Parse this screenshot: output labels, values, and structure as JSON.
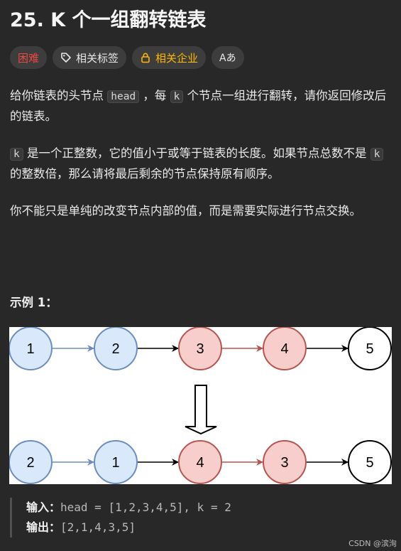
{
  "problem": {
    "title": "25. K 个一组翻转链表"
  },
  "tags": {
    "difficulty": "困难",
    "related_tags": "相关标签",
    "related_companies": "相关企业",
    "language_toggle": "Aあ"
  },
  "colors": {
    "difficulty": "#ef4743",
    "company": "#ffb800",
    "background": "#282828",
    "node_blue_fill": "#dae8fc",
    "node_blue_stroke": "#6c8ebf",
    "node_red_fill": "#f8cecc",
    "node_red_stroke": "#b85450"
  },
  "description": {
    "p1_a": "给你链表的头节点 ",
    "p1_code1": "head",
    "p1_b": " ，每 ",
    "p1_code2": "k",
    "p1_c": " 个节点一组进行翻转，请你返回修改后的链表。",
    "p2_code": "k",
    "p2_a": " 是一个正整数，它的值小于或等于链表的长度。如果节点总数不是 ",
    "p2_code2": "k",
    "p2_b": " 的整数倍，那么请将最后剩余的节点保持原有顺序。",
    "p3": "你不能只是单纯的改变节点内部的值，而是需要实际进行节点交换。"
  },
  "example": {
    "title": "示例 1：",
    "input_label": "输入：",
    "input_value": "head = [1,2,3,4,5], k = 2",
    "output_label": "输出：",
    "output_value": "[2,1,4,3,5]"
  },
  "diagram": {
    "top_nodes": [
      {
        "label": "1",
        "style": "blue"
      },
      {
        "label": "2",
        "style": "blue"
      },
      {
        "label": "3",
        "style": "red"
      },
      {
        "label": "4",
        "style": "red"
      },
      {
        "label": "5",
        "style": "plain"
      }
    ],
    "bottom_nodes": [
      {
        "label": "2",
        "style": "blue"
      },
      {
        "label": "1",
        "style": "blue"
      },
      {
        "label": "4",
        "style": "red"
      },
      {
        "label": "3",
        "style": "red"
      },
      {
        "label": "5",
        "style": "plain"
      }
    ]
  },
  "watermark": "CSDN @滨洵"
}
